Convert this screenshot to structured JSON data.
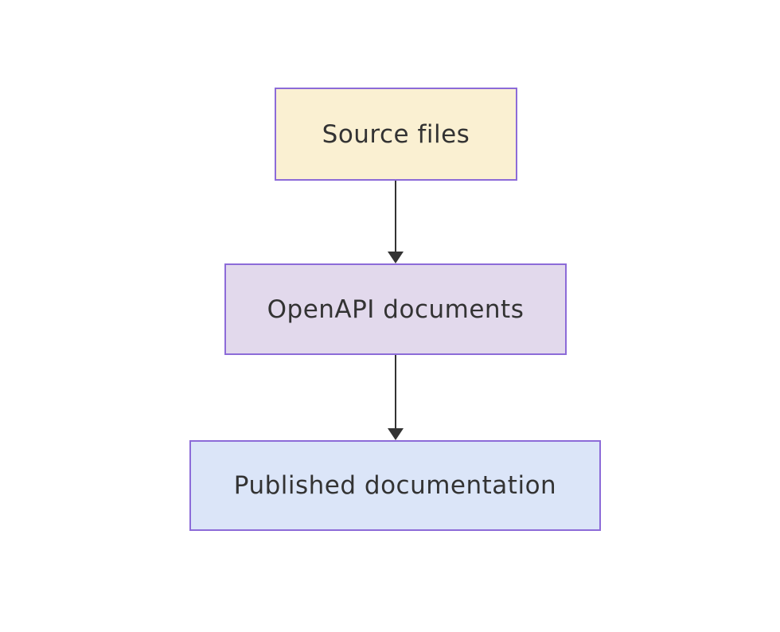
{
  "diagram": {
    "type": "flowchart",
    "direction": "top-down",
    "background_color": "#ffffff",
    "text_color": "#333333",
    "arrow_color": "#333333",
    "node_border_color": "#8c6bd8",
    "nodes": [
      {
        "id": "source",
        "label": "Source files",
        "fill": "#faf0d2",
        "border": "#8c6bd8"
      },
      {
        "id": "openapi",
        "label": "OpenAPI documents",
        "fill": "#e2d9ec",
        "border": "#8c6bd8"
      },
      {
        "id": "published",
        "label": "Published documentation",
        "fill": "#dbe5f8",
        "border": "#8c6bd8"
      }
    ],
    "edges": [
      {
        "from": "source",
        "to": "openapi",
        "style": "arrow"
      },
      {
        "from": "openapi",
        "to": "published",
        "style": "arrow"
      }
    ]
  }
}
